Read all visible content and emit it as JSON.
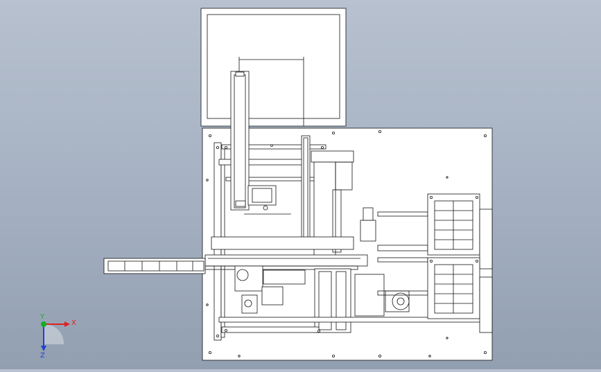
{
  "view": {
    "background_top": "#b7c1cf",
    "background_bottom": "#929fb1",
    "line_color": "#111111",
    "part_fill": "#ffffff"
  },
  "triad": {
    "x_label": "X",
    "y_label": "Y",
    "z_label": "Z",
    "x_color": "#e02020",
    "y_color": "#10b020",
    "z_color": "#2040d0"
  }
}
